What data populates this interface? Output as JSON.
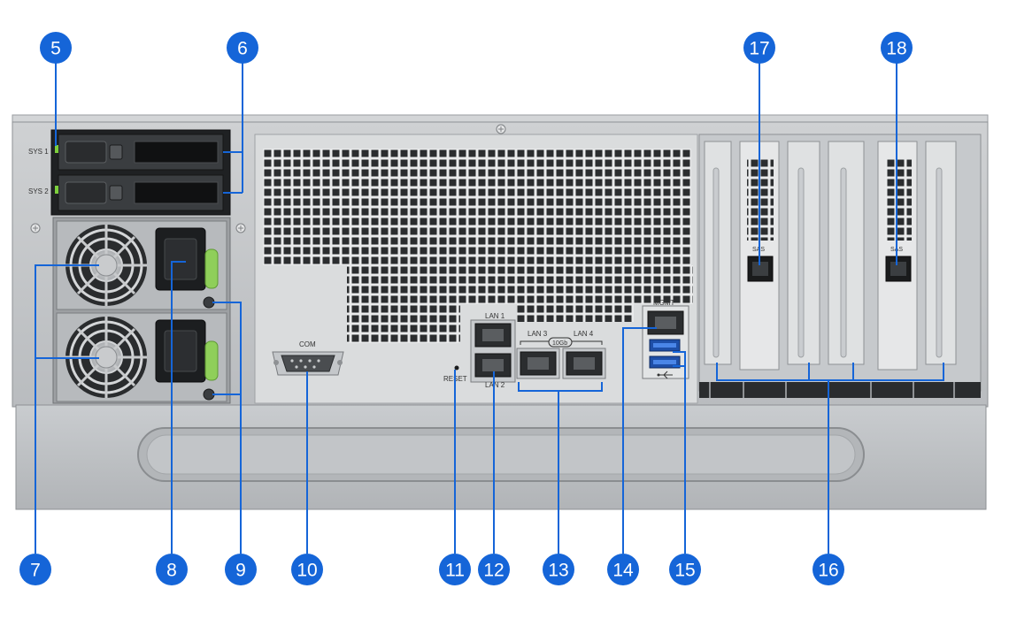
{
  "colors": {
    "callout": "#1565d8",
    "chassis_light": "#d6d8da",
    "chassis_mid": "#b4b7ba",
    "chassis_dark": "#2a2c2e",
    "led_green": "#7ccf3c",
    "handle_green": "#8fcf5a"
  },
  "labels": {
    "sys1": "SYS 1",
    "sys2": "SYS 2",
    "com": "COM",
    "reset": "RESET",
    "lan1": "LAN 1",
    "lan2": "LAN 2",
    "lan3": "LAN 3",
    "lan4": "LAN 4",
    "ten_gb": "10Gb",
    "mgmt": "MGMT",
    "sas_left": "SAS",
    "sas_right": "SAS"
  },
  "icons": {
    "usb": "usb-icon",
    "screw": "screw-icon"
  },
  "callouts": [
    {
      "id": "c5",
      "number": "5"
    },
    {
      "id": "c6",
      "number": "6"
    },
    {
      "id": "c17",
      "number": "17"
    },
    {
      "id": "c18",
      "number": "18"
    },
    {
      "id": "c7",
      "number": "7"
    },
    {
      "id": "c8",
      "number": "8"
    },
    {
      "id": "c9",
      "number": "9"
    },
    {
      "id": "c10",
      "number": "10"
    },
    {
      "id": "c11",
      "number": "11"
    },
    {
      "id": "c12",
      "number": "12"
    },
    {
      "id": "c13",
      "number": "13"
    },
    {
      "id": "c14",
      "number": "14"
    },
    {
      "id": "c15",
      "number": "15"
    },
    {
      "id": "c16",
      "number": "16"
    }
  ]
}
